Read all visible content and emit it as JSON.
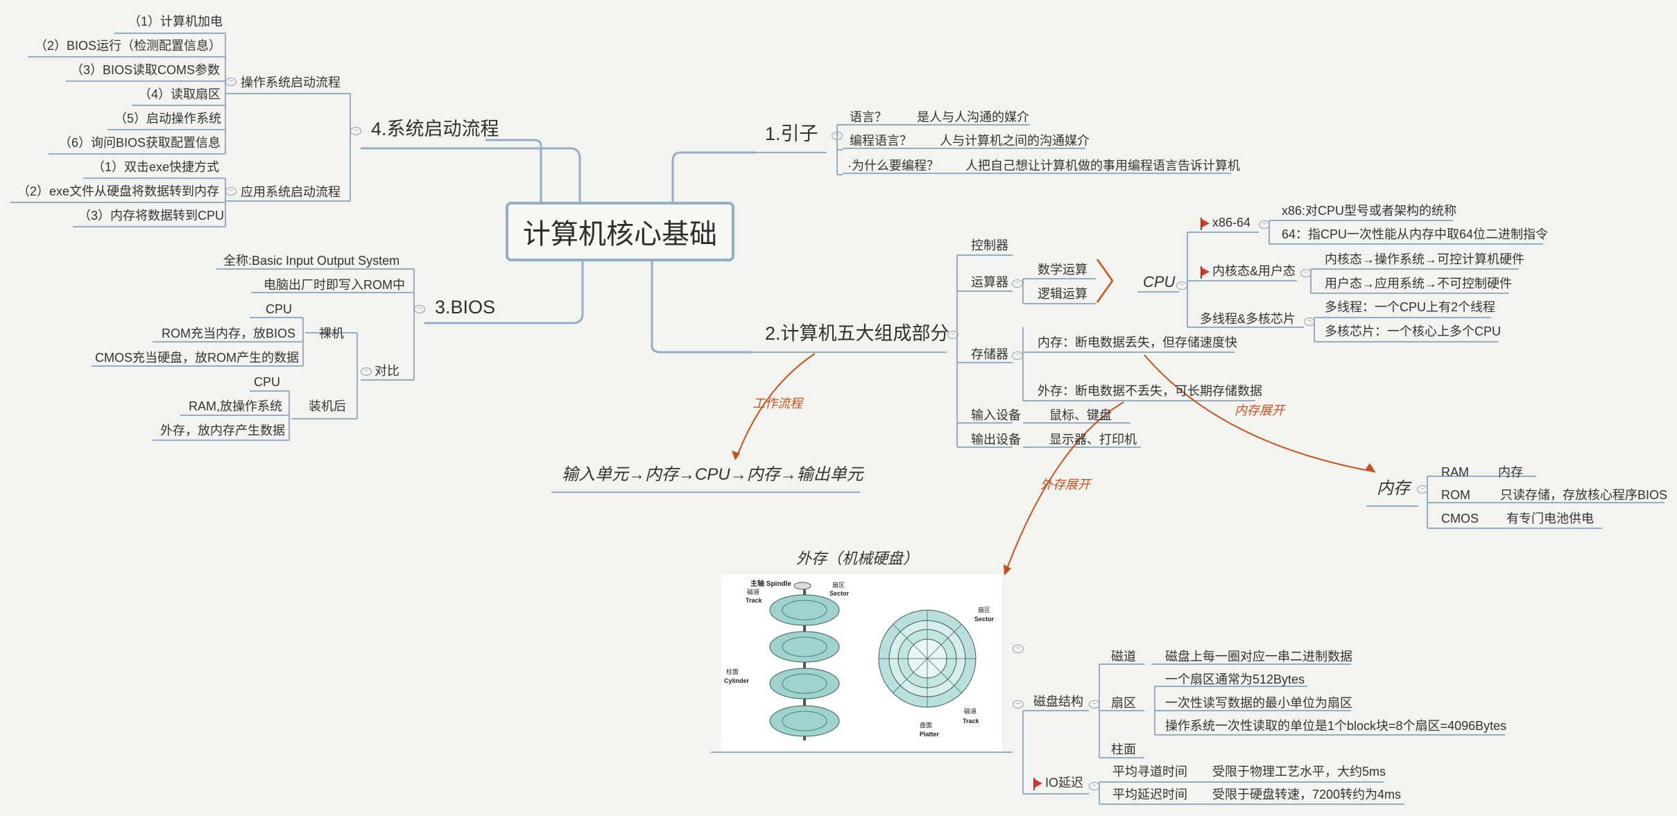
{
  "central": "计算机核心基础",
  "intro": {
    "title": "1.引子",
    "items": [
      {
        "label": "语言？",
        "value": "是人与人沟通的媒介"
      },
      {
        "label": "编程语言？",
        "value": "人与计算机之间的沟通媒介"
      },
      {
        "label": "·为什么要编程？",
        "value": "人把自己想让计算机做的事用编程语言告诉计算机"
      }
    ]
  },
  "five": {
    "title": "2.计算机五大组成部分",
    "controller": "控制器",
    "alu": "运算器",
    "alu_items": [
      "数学运算",
      "逻辑运算"
    ],
    "memory": "存储器",
    "memory_items": [
      "内存：断电数据丢失，但存储速度快",
      "外存：断电数据不丢失，可长期存储数据"
    ],
    "input": "输入设备",
    "input_value": "鼠标、键盘",
    "output": "输出设备",
    "output_value": "显示器、打印机",
    "cpu": "CPU",
    "cpu_groups": [
      {
        "label": "x86-64",
        "items": [
          "x86:对CPU型号或者架构的统称",
          "64：指CPU一次性能从内存中取64位二进制指令"
        ]
      },
      {
        "label": "内核态&用户态",
        "items": [
          "内核态→操作系统→可控计算机硬件",
          "用户态→应用系统→不可控制硬件"
        ]
      },
      {
        "label": "多线程&多核芯片",
        "items": [
          "多线程：一个CPU上有2个线程",
          "多核芯片：一个核心上多个CPU"
        ]
      }
    ],
    "flow_label": "工作流程",
    "flow_text": "输入单元→内存→CPU→内存→输出单元",
    "mem_expand_label": "内存展开",
    "ext_expand_label": "外存展开"
  },
  "memory_box": {
    "title": "内存",
    "items": [
      {
        "label": "RAM",
        "value": "内存"
      },
      {
        "label": "ROM",
        "value": "只读存储，存放核心程序BIOS"
      },
      {
        "label": "CMOS",
        "value": "有专门电池供电"
      }
    ]
  },
  "disk": {
    "title": "外存（机械硬盘）",
    "image_labels": {
      "spindle": "主轴 Spindle",
      "track_cn": "磁道",
      "track": "Track",
      "sector_cn": "扇区",
      "sector": "Sector",
      "cylinder_cn": "柱面",
      "cylinder": "Cylinder",
      "platter_cn": "盘面",
      "platter": "Platter"
    },
    "structure": "磁盘结构",
    "track_label": "磁道",
    "track_value": "磁盘上每一圈对应一串二进制数据",
    "sector_label": "扇区",
    "sector_items": [
      "一个扇区通常为512Bytes",
      "一次性读写数据的最小单位为扇区",
      "操作系统一次性读取的单位是1个block块=8个扇区=4096Bytes"
    ],
    "cylinder_label": "柱面",
    "io": "IO延迟",
    "io_items": [
      {
        "label": "平均寻道时间",
        "value": "受限于物理工艺水平，大约5ms"
      },
      {
        "label": "平均延迟时间",
        "value": "受限于硬盘转速，7200转约为4ms"
      }
    ]
  },
  "bios": {
    "title": "3.BIOS",
    "items": [
      "全称:Basic Input Output System",
      "电脑出厂时即写入ROM中"
    ],
    "compare": "对比",
    "bare": "裸机",
    "bare_items": [
      "CPU",
      "ROM充当内存，放BIOS",
      "CMOS充当硬盘，放ROM产生的数据"
    ],
    "assembled": "装机后",
    "assembled_items": [
      "CPU",
      "RAM,放操作系统",
      "外存，放内存产生数据"
    ]
  },
  "boot": {
    "title": "4.系统启动流程",
    "os": "操作系统启动流程",
    "os_items": [
      "（1）计算机加电",
      "（2）BIOS运行（检测配置信息）",
      "（3）BIOS读取COMS参数",
      "（4）读取扇区",
      "（5）启动操作系统",
      "（6）询问BIOS获取配置信息"
    ],
    "app": "应用系统启动流程",
    "app_items": [
      "（1）双击exe快捷方式",
      "（2）exe文件从硬盘将数据转到内存",
      "（3）内存将数据转到CPU"
    ]
  },
  "colors": {
    "line": "#95aec8",
    "arrow": "#c8501c",
    "background": "#f3f4f0"
  }
}
